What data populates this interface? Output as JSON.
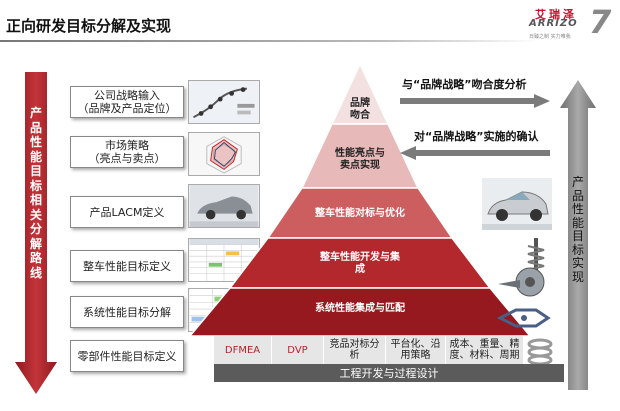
{
  "header": {
    "title": "正向研发目标分解及实现",
    "logo": {
      "name_cn": "艾瑞泽",
      "name_en": "ARRIZO",
      "numeral": "7",
      "tagline": "日臻之制 实力唯我"
    }
  },
  "left_arrow": {
    "text": [
      "产",
      "品",
      "性",
      "能",
      "目",
      "标",
      "相",
      "关",
      "分",
      "解",
      "路",
      "线"
    ],
    "color": "#b3262b"
  },
  "right_arrow": {
    "text": [
      "产",
      "品",
      "性",
      "能",
      "目",
      "标",
      "实",
      "现"
    ],
    "color": "#8a8a8a"
  },
  "steps": [
    {
      "lines": [
        "公司战略输入",
        "（品牌及产品定位）"
      ]
    },
    {
      "lines": [
        "市场策略",
        "（亮点与卖点）"
      ]
    },
    {
      "lines": [
        "产品LACM定义"
      ]
    },
    {
      "lines": [
        "整车性能目标定义"
      ]
    },
    {
      "lines": [
        "系统性能目标分解"
      ]
    },
    {
      "lines": [
        "零部件性能目标定义"
      ]
    }
  ],
  "pyramid": {
    "levels": [
      {
        "lines": [
          "品牌",
          "吻合"
        ],
        "color": "#f3e1e1"
      },
      {
        "lines": [
          "性能亮点与",
          "卖点实现"
        ],
        "color": "#e8b9b9"
      },
      {
        "lines": [
          "整车性能对标与优化"
        ],
        "color": "#cc5e60"
      },
      {
        "lines": [
          "整车性能开发与集",
          "成"
        ],
        "color": "#b2282d"
      },
      {
        "lines": [
          "系统性能集成与匹配"
        ],
        "color": "#95191f"
      }
    ]
  },
  "feedback": {
    "top": "与“品牌战略”吻合度分析",
    "bottom": "对“品牌战略”实施的确认"
  },
  "base": {
    "cells": [
      {
        "lines": [
          "DFMEA"
        ]
      },
      {
        "lines": [
          "DVP"
        ]
      },
      {
        "lines": [
          "竞品对标分",
          "析"
        ]
      },
      {
        "lines": [
          "平台化、沿",
          "用策略"
        ]
      },
      {
        "lines": [
          "成本、重量、精",
          "度、材料、周期"
        ]
      }
    ],
    "bar": "工程开发与过程设计"
  }
}
